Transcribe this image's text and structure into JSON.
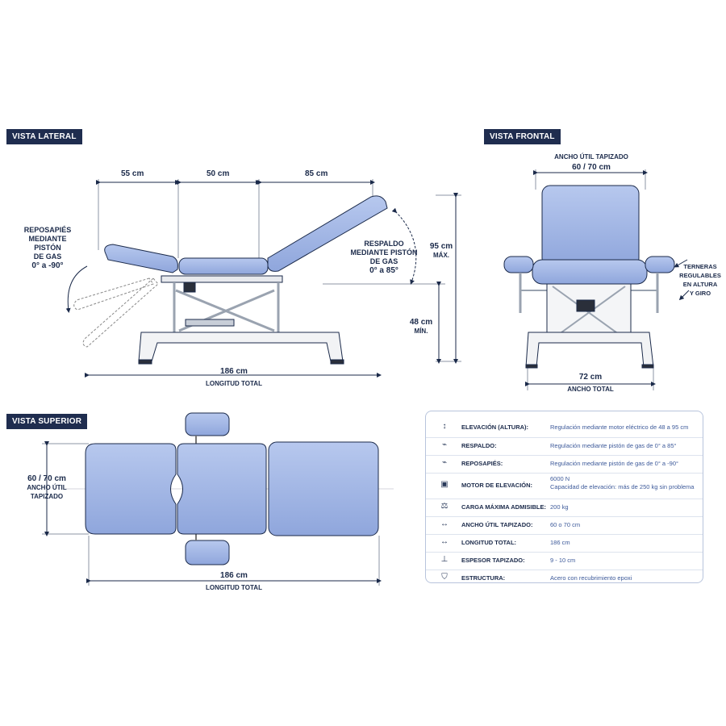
{
  "tags": {
    "lateral": "VISTA LATERAL",
    "frontal": "VISTA FRONTAL",
    "superior": "VISTA SUPERIOR"
  },
  "lateral": {
    "seg1": "55 cm",
    "seg2": "50 cm",
    "seg3": "85 cm",
    "reposapies": [
      "REPOSAPIÉS",
      "MEDIANTE PISTÓN",
      "DE GAS",
      "0° a -90°"
    ],
    "respaldo": [
      "RESPALDO",
      "MEDIANTE PISTÓN",
      "DE GAS",
      "0° a 85°"
    ],
    "max_h": "95 cm",
    "max_lbl": "MÁX.",
    "min_h": "48 cm",
    "min_lbl": "MÍN.",
    "total": "186 cm",
    "total_lbl": "LONGITUD TOTAL"
  },
  "frontal": {
    "ancho_util_lbl": "ANCHO ÚTIL TAPIZADO",
    "ancho_util": "60 / 70 cm",
    "terneras": [
      "TERNERAS",
      "REGULABLES",
      "EN ALTURA",
      "Y GIRO"
    ],
    "ancho_total": "72 cm",
    "ancho_total_lbl": "ANCHO TOTAL"
  },
  "superior": {
    "ancho": "60 / 70 cm",
    "ancho_lbl": [
      "ANCHO ÚTIL",
      "TAPIZADO"
    ],
    "total": "186 cm",
    "total_lbl": "LONGITUD TOTAL"
  },
  "specs": [
    {
      "icon": "elevation-arrows-icon",
      "glyph": "↕",
      "key": "ELEVACIÓN (ALTURA):",
      "value": [
        "Regulación mediante motor eléctrico de 48 a 95 cm"
      ]
    },
    {
      "icon": "backrest-icon",
      "glyph": "⌁",
      "key": "RESPALDO:",
      "value": [
        "Regulación mediante pistón de gas de 0° a 85°"
      ]
    },
    {
      "icon": "footrest-icon",
      "glyph": "⌁",
      "key": "REPOSAPIÉS:",
      "value": [
        "Regulación mediante pistón de gas de 0° a -90°"
      ]
    },
    {
      "icon": "motor-icon",
      "glyph": "▣",
      "key": "MOTOR DE ELEVACIÓN:",
      "value": [
        "6000 N",
        "Capacidad de elevación: más de 250 kg sin problema"
      ]
    },
    {
      "icon": "weight-icon",
      "glyph": "⚖",
      "key": "CARGA MÁXIMA ADMISIBLE:",
      "value": [
        "200 kg"
      ]
    },
    {
      "icon": "width-icon",
      "glyph": "↔",
      "key": "ANCHO ÚTIL TAPIZADO:",
      "value": [
        "60 o 70 cm"
      ]
    },
    {
      "icon": "length-icon",
      "glyph": "↔",
      "key": "LONGITUD TOTAL:",
      "value": [
        "186 cm"
      ]
    },
    {
      "icon": "cushion-thickness-icon",
      "glyph": "⊥",
      "key": "ESPESOR TAPIZADO:",
      "value": [
        "9 - 10 cm"
      ]
    },
    {
      "icon": "shield-icon",
      "glyph": "⛉",
      "key": "ESTRUCTURA:",
      "value": [
        "Acero con recubrimiento epoxi"
      ]
    }
  ]
}
